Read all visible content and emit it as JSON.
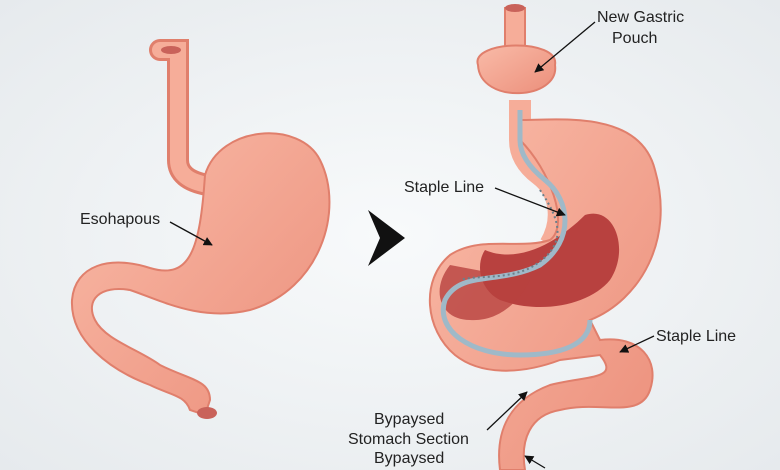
{
  "labels": {
    "left_stomach": "Esohapous",
    "new_pouch_1": "New Gastric",
    "new_pouch_2": "Pouch",
    "staple_line_top": "Staple Line",
    "staple_line_right": "Staple Line",
    "bypassed_1": "Bypaysed",
    "bypassed_2": "Stomach Section",
    "bypassed_3": "Bypaysed"
  },
  "colors": {
    "tissue": "#f4a490",
    "tissue_dark": "#e07f6c",
    "inner": "#b8413f",
    "staple": "#9fb9c8"
  }
}
